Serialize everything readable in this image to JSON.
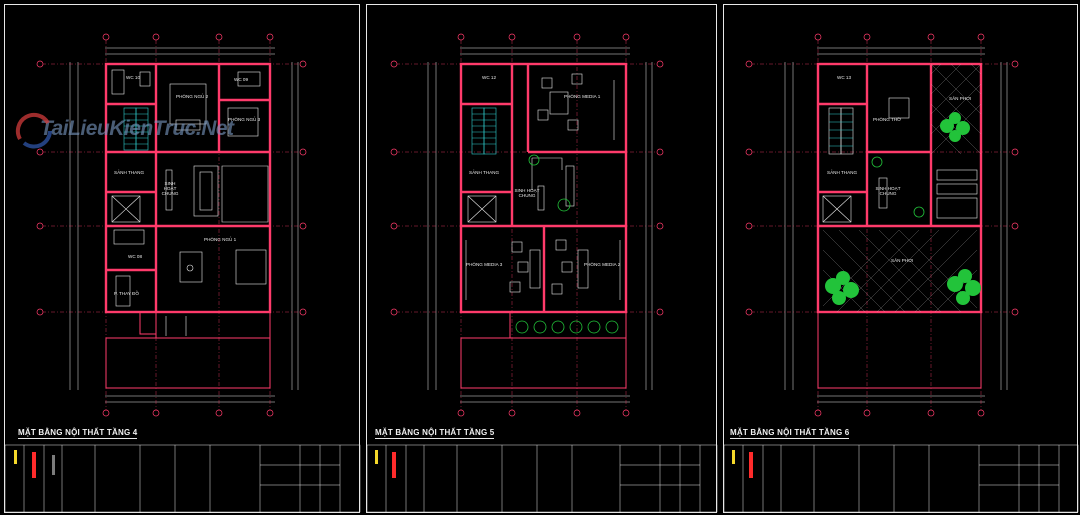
{
  "sheets": [
    {
      "title": "MẶT BẰNG NỘI THẤT TẦNG 4",
      "rooms": [
        "WC 10",
        "PHÒNG NGỦ 2",
        "WC 09",
        "PHÒNG NGỦ 3",
        "SẢNH THANG",
        "SINH HOẠT CHUNG",
        "PHÒNG NGỦ 1",
        "WC 08",
        "P. THAY ĐỒ"
      ]
    },
    {
      "title": "MẶT BẰNG NỘI THẤT TẦNG 5",
      "rooms": [
        "WC 12",
        "PHÒNG MEDIA 1",
        "SẢNH THANG",
        "SINH HOẠT CHUNG",
        "PHÒNG MEDIA 3",
        "PHÒNG MEDIA 2"
      ]
    },
    {
      "title": "MẶT BẰNG NỘI THẤT TẦNG 6",
      "rooms": [
        "WC 13",
        "PHÒNG THỜ",
        "SÂN PHƠI",
        "SẢNH THANG",
        "SINH HOẠT CHUNG",
        "SÂN PHƠI"
      ]
    }
  ],
  "watermark": {
    "text": "TaiLieuKienTruc.Net"
  },
  "colors": {
    "wall": "#ff3b6b",
    "dimension": "#e6e6e6",
    "grid": "#ff3b6b",
    "furniture": "#e8e8e8",
    "tree": "#22c33a",
    "stair": "#2fd0d0",
    "titleblock_red": "#ff2b2b",
    "titleblock_yellow": "#f5d82a"
  }
}
